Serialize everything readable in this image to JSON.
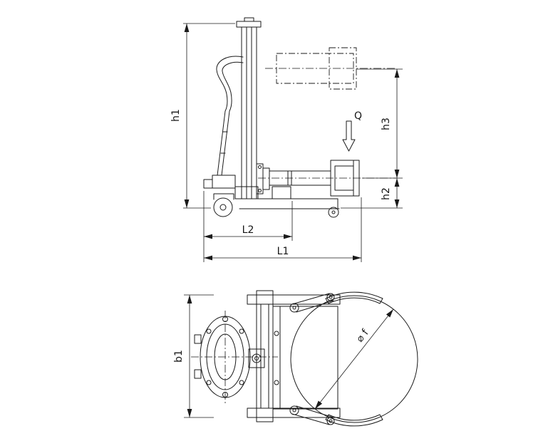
{
  "colors": {
    "background": "#ffffff",
    "line": "#1a1a1a",
    "text": "#161616"
  },
  "labels": {
    "h1": "h1",
    "h2": "h2",
    "h3": "h3",
    "L1": "L1",
    "L2": "L2",
    "b1": "b1",
    "load": "Q",
    "roll_diameter": "⌀ f"
  }
}
